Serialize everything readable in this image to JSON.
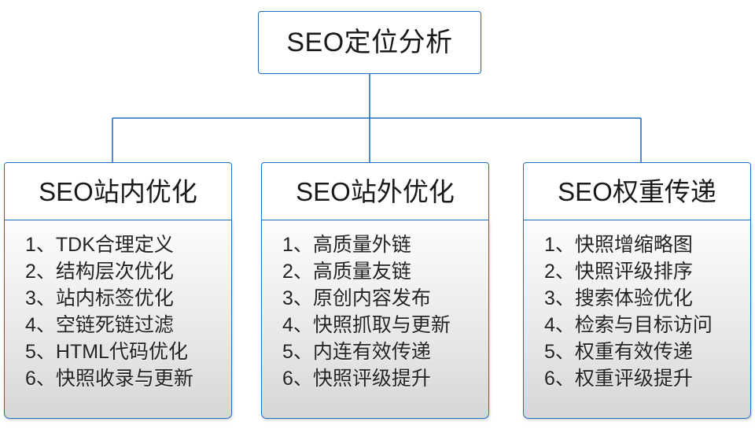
{
  "diagram": {
    "type": "org-chart",
    "orientation": "top-down",
    "accent_color": "#1f6fc4",
    "text_color": "#1a1a1a",
    "root": {
      "title": "SEO定位分析"
    },
    "branches": [
      {
        "id": "on-site",
        "title": "SEO站内优化",
        "items": [
          "1、TDK合理定义",
          "2、结构层次优化",
          "3、站内标签优化",
          "4、空链死链过滤",
          "5、HTML代码优化",
          "6、快照收录与更新"
        ]
      },
      {
        "id": "off-site",
        "title": "SEO站外优化",
        "items": [
          "1、高质量外链",
          "2、高质量友链",
          "3、原创内容发布",
          "4、快照抓取与更新",
          "5、内连有效传递",
          "6、快照评级提升"
        ]
      },
      {
        "id": "weight-transfer",
        "title": "SEO权重传递",
        "items": [
          "1、快照增缩略图",
          "2、快照评级排序",
          "3、搜索体验优化",
          "4、检索与目标访问",
          "5、权重有效传递",
          "6、权重评级提升"
        ]
      }
    ]
  }
}
